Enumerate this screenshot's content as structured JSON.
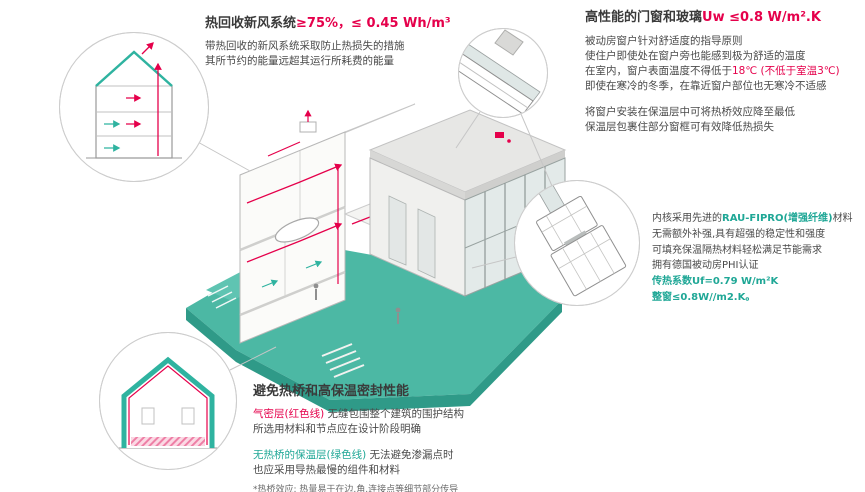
{
  "colors": {
    "accent_red": "#e5004b",
    "accent_teal": "#1fa796",
    "platform_teal": "#4cb8a4",
    "text_dark": "#3d3d3d",
    "leader_gray": "#c6c6c6"
  },
  "sections": {
    "heat_recovery": {
      "title": "热回收新风系统",
      "title_value": "≥75%，≤ 0.45 Wh/m³",
      "body": [
        "带热回收的新风系统采取防止热损失的措施",
        "其所节约的能量远超其运行所耗费的能量"
      ]
    },
    "windows": {
      "title": "高性能的门窗和玻璃",
      "title_value": "Uw ≤0.8 W/m².K",
      "body1": [
        "被动房窗户针对舒适度的指导原则",
        "使住户即使处在窗户旁也能感到极为舒适的温度"
      ],
      "temp_prefix": "在室内，窗户表面温度不得低于",
      "temp_red": "18℃ (不低于室温3℃)",
      "body2": [
        "即使在寒冷的冬季，在靠近窗户部位也无寒冷不适感"
      ],
      "body3": [
        "将窗户安装在保温层中可将热桥效应降至最低",
        "保温层包裹住部分窗框可有效降低热损失"
      ]
    },
    "profile": {
      "line1_prefix": "内核采用先进的",
      "line1_highlight": "RAU-FIPRO(增强纤维)",
      "line1_suffix": "材料",
      "body": [
        "无需额外补强,具有超强的稳定性和强度",
        "可填充保温隔热材料轻松满足节能需求",
        "拥有德国被动房PHI认证"
      ],
      "uf_value": "传热系数Uf=0.79 W/m²K",
      "uw_value": "整窗≤0.8W//m2.K。"
    },
    "thermal": {
      "title": "避免热桥和高保温密封性能",
      "airtight_label": "气密层(红色线)",
      "airtight_text": " 无缝包围整个建筑的围护结构",
      "line2": "所选用材料和节点应在设计阶段明确",
      "insulation_label": "无热桥的保温层(绿色线)",
      "insulation_text": " 无法避免渗漏点时",
      "line4": "也应采用导热最慢的组件和材料",
      "note": "*热桥效应: 热量易于在边.角.连接点等细节部分传导"
    }
  },
  "graphics": {
    "main": "passive-house-cutaway-illustration",
    "callouts": {
      "ventilation": "house-section-ventilation-icon",
      "window_corner": "window-corner-detail-icon",
      "window_profile": "window-profile-cross-section-icon",
      "envelope": "insulated-envelope-house-icon"
    }
  }
}
